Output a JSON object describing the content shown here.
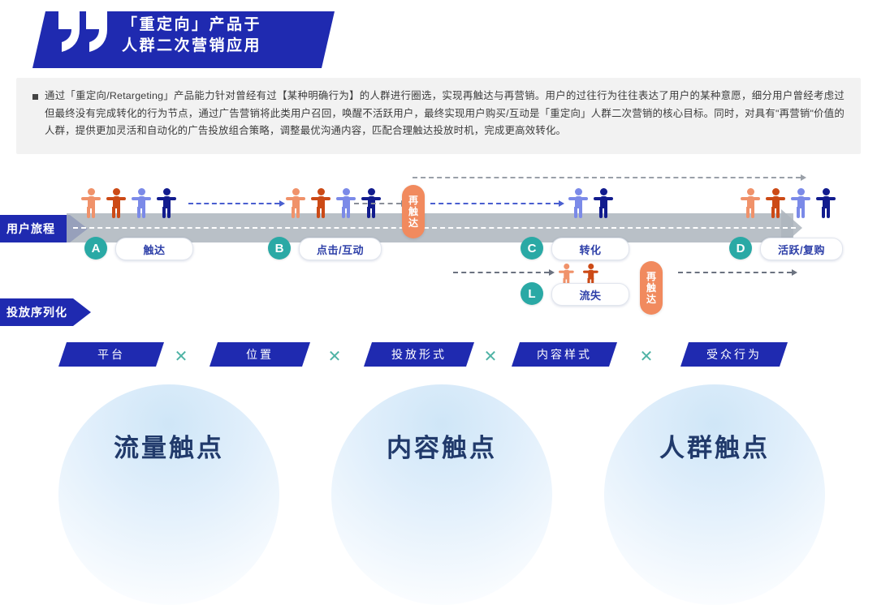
{
  "title": {
    "line1": "「重定向」产品于",
    "line2": "人群二次营销应用",
    "logo_icon": "quotation-mark-icon"
  },
  "description": {
    "bullet_icon": "square-bullet-icon",
    "text": "通过「重定向/Retargeting」产品能力针对曾经有过【某种明确行为】的人群进行圈选，实现再触达与再营销。用户的过往行为往往表达了用户的某种意愿，细分用户曾经考虑过但最终没有完成转化的行为节点，通过广告营销将此类用户召回，唤醒不活跃用户，最终实现用户购买/互动是「重定向」人群二次营销的核心目标。同时，对具有\"再营销\"价值的人群，提供更加灵活和自动化的广告投放组合策略，调整最优沟通内容，匹配合理触达投放时机，完成更高效转化。"
  },
  "journey": {
    "section_label": "用户旅程",
    "stages": [
      {
        "badge": "A",
        "label": "触达"
      },
      {
        "badge": "B",
        "label": "点击/互动"
      },
      {
        "badge": "C",
        "label": "转化"
      },
      {
        "badge": "D",
        "label": "活跃/复购"
      }
    ],
    "churn": {
      "badge": "L",
      "label": "流失"
    },
    "retarget_label_chars": [
      "再",
      "触",
      "达"
    ],
    "retarget_label": "再触达"
  },
  "sequence": {
    "section_label": "投放序列化",
    "operator": "✕",
    "tags": [
      {
        "label": "平台"
      },
      {
        "label": "位置"
      },
      {
        "label": "投放形式"
      },
      {
        "label": "内容样式"
      },
      {
        "label": "受众行为"
      }
    ]
  },
  "touchpoints": [
    {
      "label": "流量触点"
    },
    {
      "label": "内容触点"
    },
    {
      "label": "人群触点"
    }
  ],
  "colors": {
    "brand_blue": "#1f2ab0",
    "badge_teal": "#2aa9a5",
    "retarget_orange": "#f18a5e",
    "band_gray": "#adb5bd",
    "pill_text": "#2d3fa8",
    "touch_text": "#213a6b",
    "person_light_orange": "#f0926a",
    "person_dark_orange": "#cc4a16",
    "person_periwinkle": "#7b8ae8",
    "person_navy": "#121c8e"
  }
}
